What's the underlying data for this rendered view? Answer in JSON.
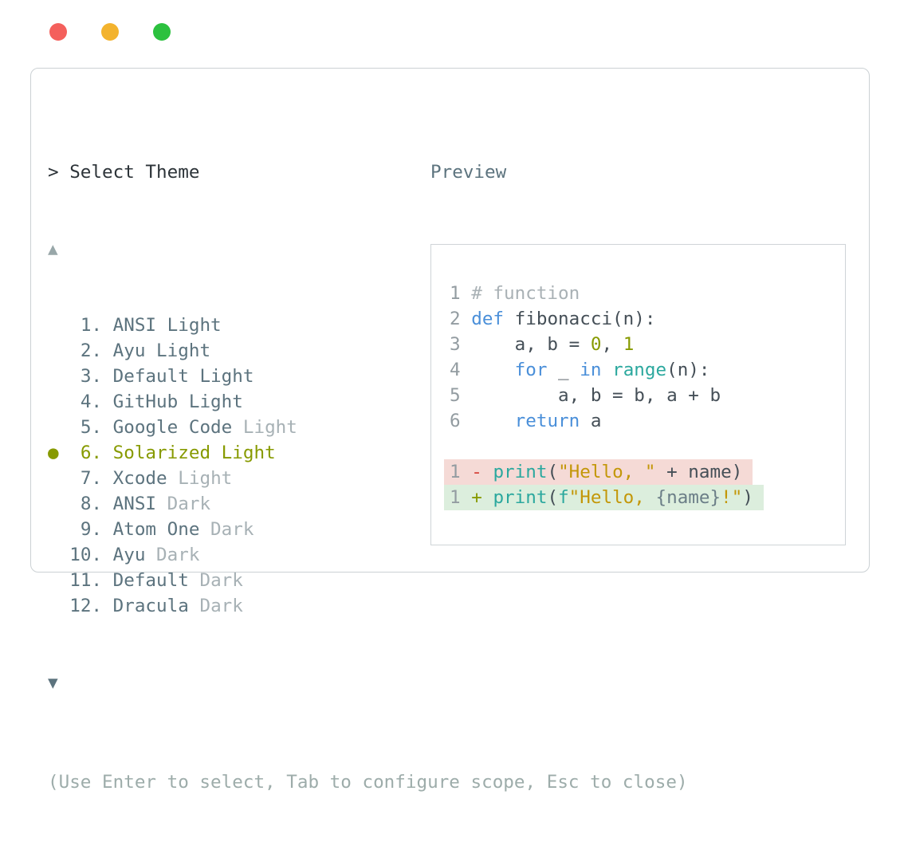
{
  "window": {
    "traffic_lights": [
      {
        "name": "close",
        "color": "#f4605c"
      },
      {
        "name": "minimize",
        "color": "#f3b32e"
      },
      {
        "name": "zoom",
        "color": "#2cc13f"
      }
    ]
  },
  "panel": {
    "title": "> Select Theme",
    "scroll_up_glyph": "▲",
    "scroll_down_glyph": "▼",
    "help": "(Use Enter to select, Tab to configure scope, Esc to close)",
    "list": [
      {
        "number": "1",
        "name": "ANSI Light",
        "dim_suffix": "",
        "selected": false
      },
      {
        "number": "2",
        "name": "Ayu Light",
        "dim_suffix": "",
        "selected": false
      },
      {
        "number": "3",
        "name": "Default Light",
        "dim_suffix": "",
        "selected": false
      },
      {
        "number": "4",
        "name": "GitHub Light",
        "dim_suffix": "",
        "selected": false
      },
      {
        "number": "5",
        "name": "Google Code",
        "dim_suffix": "Light",
        "selected": false
      },
      {
        "number": "6",
        "name": "Solarized Light",
        "dim_suffix": "",
        "selected": true
      },
      {
        "number": "7",
        "name": "Xcode",
        "dim_suffix": "Light",
        "selected": false
      },
      {
        "number": "8",
        "name": "ANSI",
        "dim_suffix": "Dark",
        "selected": false
      },
      {
        "number": "9",
        "name": "Atom One",
        "dim_suffix": "Dark",
        "selected": false
      },
      {
        "number": "10",
        "name": "Ayu",
        "dim_suffix": "Dark",
        "selected": false
      },
      {
        "number": "11",
        "name": "Default",
        "dim_suffix": "Dark",
        "selected": false
      },
      {
        "number": "12",
        "name": "Dracula",
        "dim_suffix": "Dark",
        "selected": false
      }
    ],
    "selected_bullet_glyph": "●"
  },
  "preview": {
    "label": "Preview",
    "code_lines": [
      {
        "bg": "",
        "segs": [
          [
            "ln",
            "1 "
          ],
          [
            "com",
            "# function"
          ]
        ]
      },
      {
        "bg": "",
        "segs": [
          [
            "ln",
            "2 "
          ],
          [
            "kw",
            "def"
          ],
          [
            "txt",
            " fibonacci(n):"
          ]
        ]
      },
      {
        "bg": "",
        "segs": [
          [
            "ln",
            "3 "
          ],
          [
            "txt",
            "    a, b = "
          ],
          [
            "num",
            "0"
          ],
          [
            "txt",
            ", "
          ],
          [
            "num",
            "1"
          ]
        ]
      },
      {
        "bg": "",
        "segs": [
          [
            "ln",
            "4 "
          ],
          [
            "txt",
            "    "
          ],
          [
            "kw",
            "for"
          ],
          [
            "txt",
            " _ "
          ],
          [
            "kw",
            "in"
          ],
          [
            "txt",
            " "
          ],
          [
            "fn",
            "range"
          ],
          [
            "txt",
            "(n):"
          ]
        ]
      },
      {
        "bg": "",
        "segs": [
          [
            "ln",
            "5 "
          ],
          [
            "txt",
            "        a, b = b, a + b"
          ]
        ]
      },
      {
        "bg": "",
        "segs": [
          [
            "ln",
            "6 "
          ],
          [
            "txt",
            "    "
          ],
          [
            "kw",
            "return"
          ],
          [
            "txt",
            " a"
          ]
        ]
      },
      {
        "bg": "",
        "segs": []
      },
      {
        "bg": "removed",
        "segs": [
          [
            "ln",
            "1 "
          ],
          [
            "rm",
            "-"
          ],
          [
            "txt",
            " "
          ],
          [
            "fn",
            "print"
          ],
          [
            "txt",
            "("
          ],
          [
            "str",
            "\"Hello, \""
          ],
          [
            "txt",
            " + name)"
          ]
        ]
      },
      {
        "bg": "added",
        "segs": [
          [
            "ln",
            "1 "
          ],
          [
            "add",
            "+"
          ],
          [
            "txt",
            " "
          ],
          [
            "fn",
            "print"
          ],
          [
            "txt",
            "("
          ],
          [
            "fn",
            "f"
          ],
          [
            "str",
            "\"Hello, "
          ],
          [
            "var",
            "{name}"
          ],
          [
            "str",
            "!\""
          ],
          [
            "txt",
            ")"
          ]
        ]
      }
    ]
  },
  "colors": {
    "panel_border": "#cbd1d4",
    "title_text": "#2c3338",
    "list_text": "#5c737e",
    "dim_text": "#a7b1b5",
    "selected_olive": "#879a00",
    "help_text": "#9dacaa",
    "keyword_blue": "#4a8fd9",
    "function_teal": "#2ba89e",
    "string_yellow": "#c39708",
    "comment_gray": "#a9b1b5",
    "removed_red": "#d7443c",
    "removed_bg": "#f5dad6",
    "added_bg": "#dceedd"
  }
}
